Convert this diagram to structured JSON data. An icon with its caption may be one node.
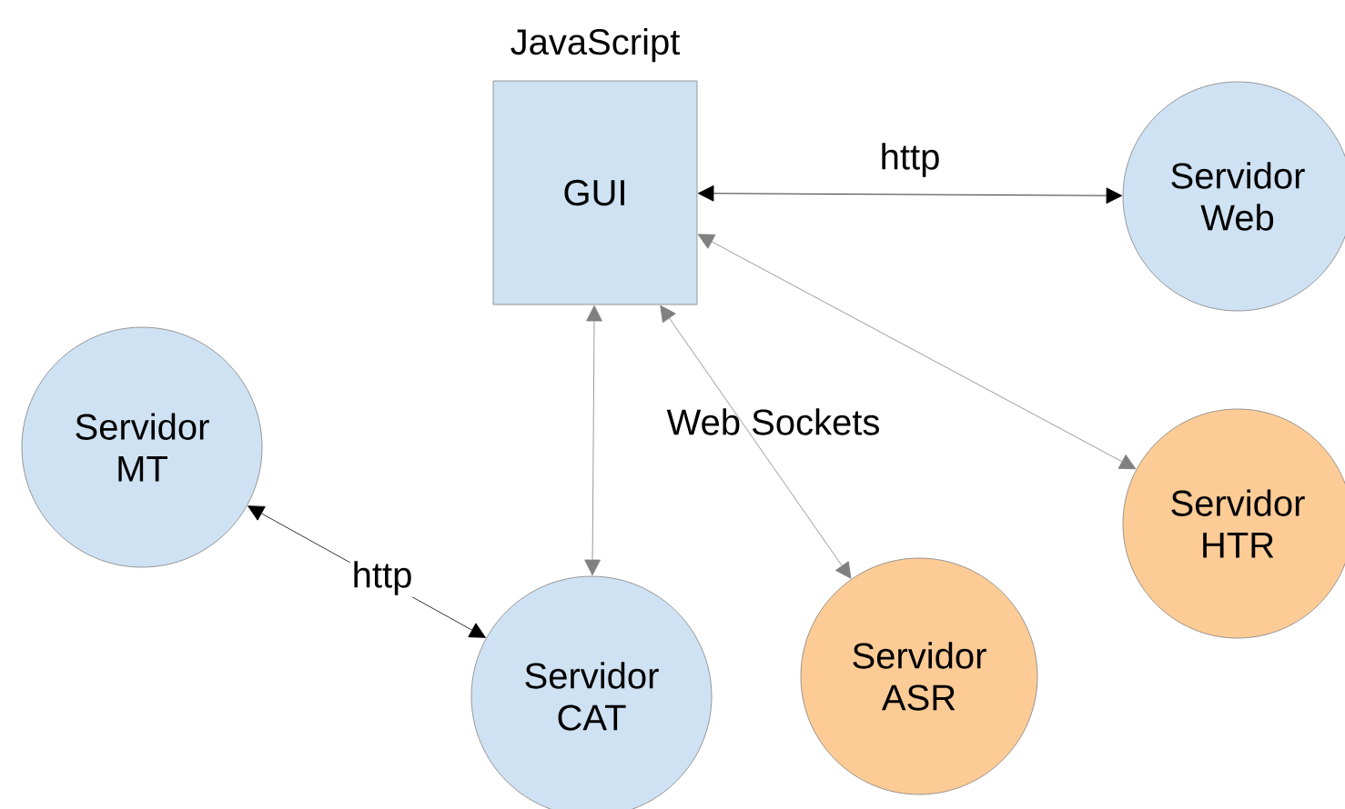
{
  "diagram": {
    "nodes": [
      {
        "text": [
          "JavaScript",
          "GUI"
        ]
      },
      {
        "text": [
          "Servidor Web"
        ]
      },
      {
        "text": [
          "Servidor MT"
        ]
      },
      {
        "text": [
          "Servidor CAT"
        ]
      },
      {
        "text": [
          "Servidor ASR"
        ]
      },
      {
        "text": [
          "Servidor HTR"
        ]
      }
    ],
    "edges": [
      {
        "from": 0,
        "to": 1,
        "arrow": "both",
        "label": "http",
        "color": "#000000"
      },
      {
        "from": 0,
        "to": 3,
        "arrow": "both"
      },
      {
        "from": 0,
        "to": 4,
        "arrow": "both"
      },
      {
        "from": 0,
        "to": 5,
        "arrow": "both"
      },
      {
        "from": 2,
        "to": 3,
        "arrow": "both",
        "label": "http",
        "color": "#000000"
      }
    ],
    "labels": [
      "Web Sockets"
    ]
  }
}
